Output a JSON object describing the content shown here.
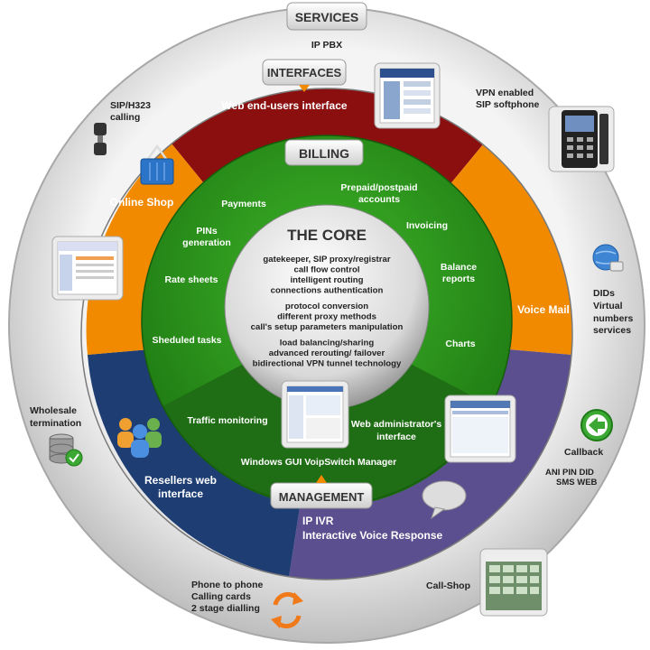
{
  "tabs": {
    "services": "SERVICES",
    "interfaces": "INTERFACES",
    "billing": "BILLING",
    "management": "MANAGEMENT"
  },
  "outer": {
    "ip_pbx": "IP PBX",
    "sip_h323": [
      "SIP/H323",
      "calling"
    ],
    "vpn_softphone": [
      "VPN enabled",
      "SIP softphone"
    ],
    "dids": [
      "DIDs",
      "Virtual",
      "numbers",
      "services"
    ],
    "wholesale": [
      "Wholesale",
      "termination"
    ],
    "callback": "Callback",
    "callback_opts": [
      "ANI    PIN   DID",
      "SMS   WEB"
    ],
    "call_shop": "Call-Shop",
    "phone_to_phone": [
      "Phone to phone",
      "Calling cards",
      "2 stage dialling"
    ]
  },
  "middle": {
    "web_end_users": "Web end-users interface",
    "online_shop": "Online Shop",
    "voice_mail": "Voice Mail",
    "resellers": [
      "Resellers web",
      "interface"
    ],
    "ip_ivr": [
      "IP IVR",
      "Interactive Voice Response"
    ]
  },
  "green": {
    "payments": "Payments",
    "prepaid": [
      "Prepaid/postpaid",
      "accounts"
    ],
    "pins": [
      "PINs",
      "generation"
    ],
    "invoicing": "Invoicing",
    "rate_sheets": "Rate sheets",
    "balance": [
      "Balance",
      "reports"
    ],
    "scheduled": "Sheduled tasks",
    "charts": "Charts",
    "traffic": "Traffic monitoring",
    "web_admin": [
      "Web administrator's",
      "interface"
    ],
    "windows_gui": "Windows GUI VoipSwitch Manager"
  },
  "core": {
    "title": "THE CORE",
    "lines": [
      "gatekeeper, SIP proxy/registrar",
      "call flow control",
      "intelligent routing",
      "connections authentication",
      "",
      "protocol conversion",
      "different proxy methods",
      "call's setup parameters manipulation",
      "",
      "load balancing/sharing",
      "advanced rerouting/ failover",
      "bidirectional VPN tunnel technology"
    ]
  },
  "colors": {
    "outer_ring": "#d6d6d6",
    "dark_red": "#8b0f0f",
    "orange": "#f28a00",
    "navy": "#1d3d73",
    "purple": "#5b4f8f",
    "green": "#2e9a1f",
    "dark_green": "#1f6d14",
    "core": "#e8e8e8"
  }
}
